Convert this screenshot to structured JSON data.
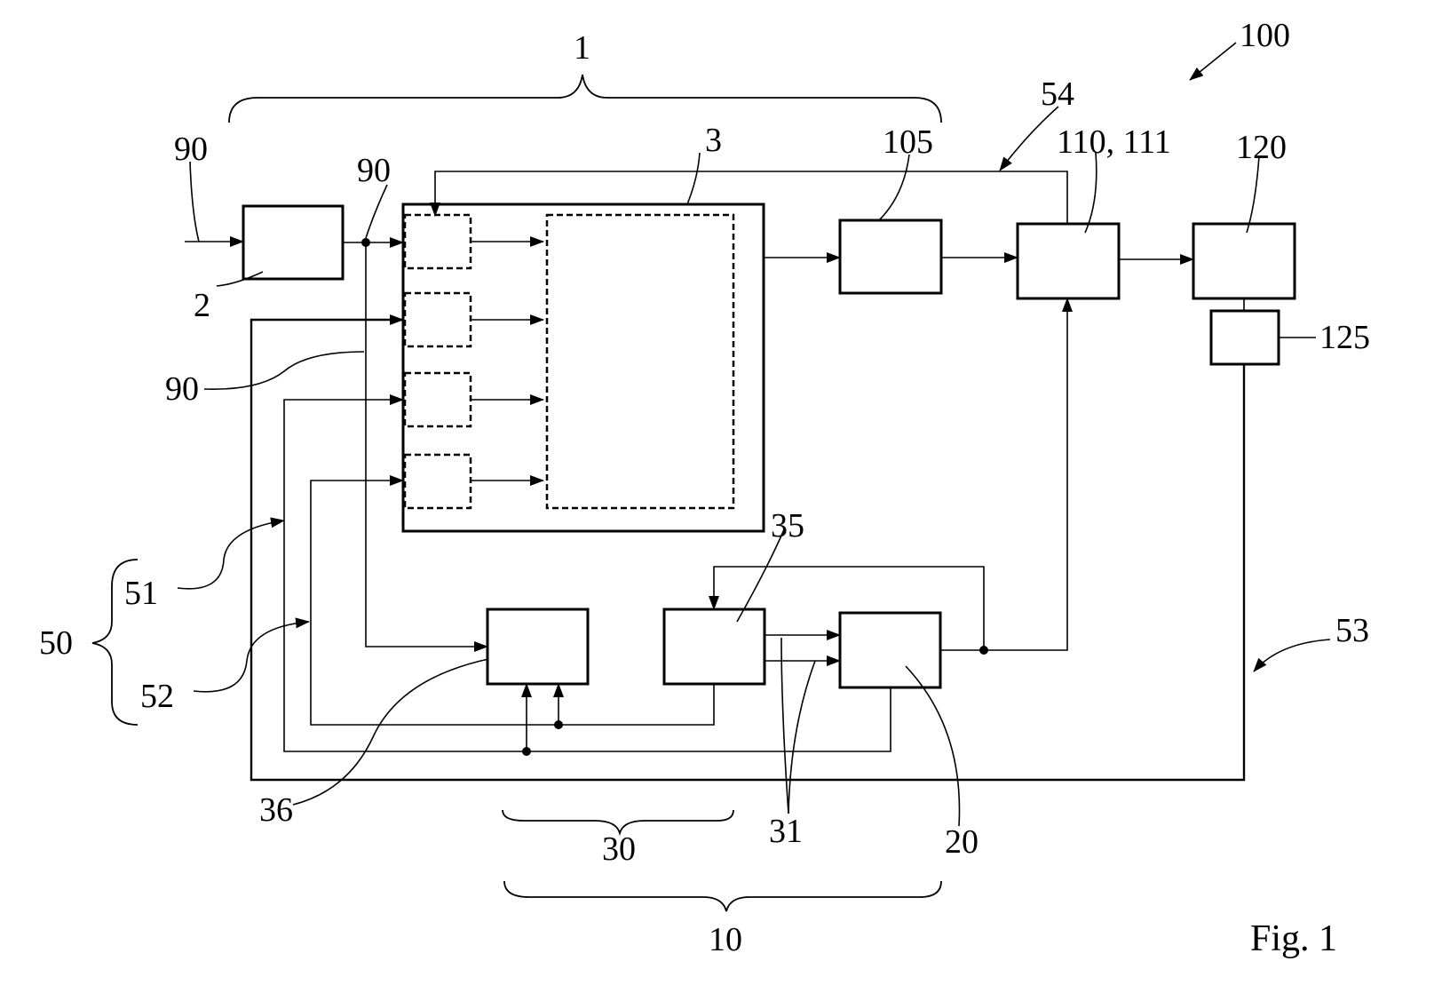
{
  "figure_label": "Fig. 1",
  "labels": {
    "system": "100",
    "group_top": "1",
    "box_2": "2",
    "box_3": "3",
    "box_105": "105",
    "box_110": "110, 111",
    "box_120": "120",
    "box_125": "125",
    "path_54": "54",
    "path_53": "53",
    "signal_90_a": "90",
    "signal_90_b": "90",
    "signal_90_c": "90",
    "group_50": "50",
    "path_51": "51",
    "path_52": "52",
    "box_35": "35",
    "box_36": "36",
    "group_30": "30",
    "lines_31": "31",
    "box_20": "20",
    "group_10": "10"
  }
}
